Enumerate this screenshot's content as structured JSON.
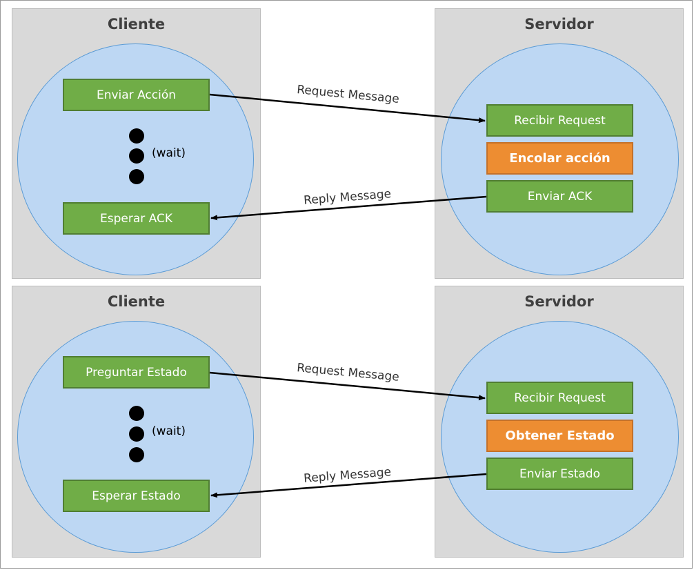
{
  "sections": [
    {
      "client": {
        "title": "Cliente",
        "send_label": "Enviar Acción",
        "wait_label": "(wait)",
        "receive_label": "Esperar ACK"
      },
      "server": {
        "title": "Servidor",
        "receive_label": "Recibir Request",
        "process_label": "Encolar acción",
        "reply_label": "Enviar ACK"
      },
      "request_label": "Request Message",
      "reply_label": "Reply Message"
    },
    {
      "client": {
        "title": "Cliente",
        "send_label": "Preguntar Estado",
        "wait_label": "(wait)",
        "receive_label": "Esperar Estado"
      },
      "server": {
        "title": "Servidor",
        "receive_label": "Recibir Request",
        "process_label": "Obtener Estado",
        "reply_label": "Enviar Estado"
      },
      "request_label": "Request Message",
      "reply_label": "Reply Message"
    }
  ],
  "colors": {
    "panel": "#d9d9d9",
    "circle": "#bdd7f3",
    "step_box": "#70ad47",
    "highlight_box": "#ed8d32",
    "arrow": "#000000"
  }
}
